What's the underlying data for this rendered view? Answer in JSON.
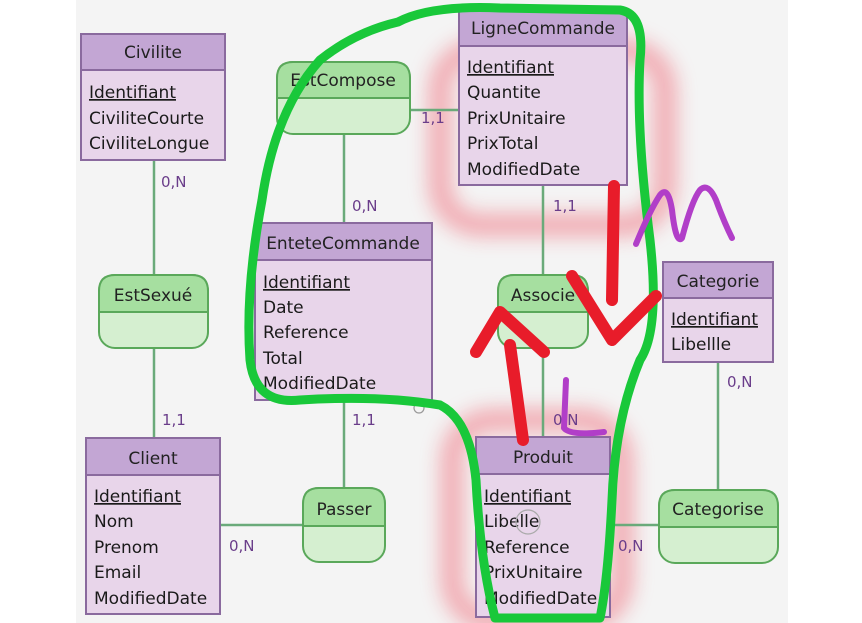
{
  "entities": {
    "civilite": {
      "title": "Civilite",
      "attrs": [
        "Identifiant",
        "CiviliteCourte",
        "CiviliteLongue"
      ]
    },
    "lignecommande": {
      "title": "LigneCommande",
      "attrs": [
        "Identifiant",
        "Quantite",
        "PrixUnitaire",
        "PrixTotal",
        "ModifiedDate"
      ]
    },
    "entetecommande": {
      "title": "EnteteCommande",
      "attrs": [
        "Identifiant",
        "Date",
        "Reference",
        "Total",
        "ModifiedDate"
      ]
    },
    "categorie": {
      "title": "Categorie",
      "attrs": [
        "Identifiant",
        "Libellle"
      ]
    },
    "client": {
      "title": "Client",
      "attrs": [
        "Identifiant",
        "Nom",
        "Prenom",
        "Email",
        "ModifiedDate"
      ]
    },
    "produit": {
      "title": "Produit",
      "attrs": [
        "Identifiant",
        "Libelle",
        "Reference",
        "PrixUnitaire",
        "ModifiedDate"
      ]
    }
  },
  "relations": {
    "estcompose": "EstCompose",
    "estsexue": "EstSexué",
    "associe": "Associe",
    "passer": "Passer",
    "categorise": "Categorise"
  },
  "cardinalities": {
    "civilite_estsexue": "0,N",
    "estcompose_ligne": "1,1",
    "estcompose_entete": "0,N",
    "ligne_associe": "1,1",
    "categorie_categorise": "0,N",
    "estsexue_client": "1,1",
    "entete_passer": "1,1",
    "client_passer": "0,N",
    "associe_produit": "0,N",
    "produit_categorise": "0,N"
  },
  "colors": {
    "entity_header": "#c3a6d4",
    "entity_body": "#e8d5ea",
    "entity_border": "#8a6a9e",
    "relation_header": "#a6dfa0",
    "relation_body": "#d5efd0",
    "relation_border": "#5aa85a",
    "link": "#6aaa7a",
    "annotation_green": "#19c83a",
    "annotation_red": "#e81c2a",
    "annotation_purple": "#b13ec8"
  }
}
